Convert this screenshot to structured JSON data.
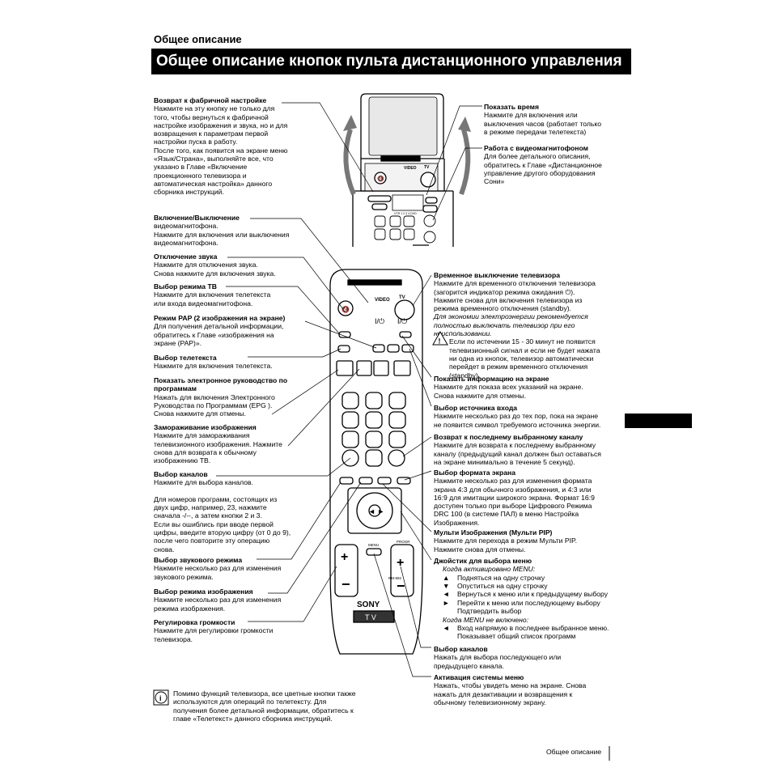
{
  "header": {
    "section": "Общее описание",
    "title": "Общее описание кнопок пульта дистанционного управления"
  },
  "left_blocks": [
    {
      "title": "Возврат к фабричной настройке",
      "text": "Нажмите на  эту кнопку не только для\nтого, чтобы вернуться к фабричной\nнастройке изображения и звука, но и для\nвозвращения к параметрам первой\nнастройки пуска в работу.\nПосле того, как появится на экране меню\n«Язык/Страна», выполняйте все, что\nуказано в Главе «Включение\nпроекционного телевизора и\nавтоматическая настройка» данного\nсборника инструкций."
    },
    {
      "title": "Включение/Выключение",
      "text": "видеомагнитофона.\nНажмите для включения или выключения\nвидеомагнитофона."
    },
    {
      "title": "Отключение звука",
      "text": "Нажмите для отключения звука.\nСнова нажмите для включения звука."
    },
    {
      "title": "Выбор режима ТВ",
      "text": "Нажмите для включения телетекста\nили входа видеомагнитофона."
    },
    {
      "title": "Режим PAP (2 изображения на экране)",
      "text": "Для получения детальной информации,\nобратитесь к Главе «изображения на\nэкране (PAP)»."
    },
    {
      "title": "Выбор телетекста",
      "text": "Нажмите для включения телетекста."
    },
    {
      "title": "Показать электронное руководство по\nпрограммам",
      "text": "Нажать для включения Электронного\nРуководства по Программам (EPG ).\nСнова нажмите для отмены."
    },
    {
      "title": "Замораживание изображения",
      "text": "Нажмите для замораживания\nтелевизионного изображения. Нажмите\nснова для возврата к обычному\nизображению ТВ."
    },
    {
      "title": "Выбор каналов",
      "text": "Нажмите для выбора каналов.\n\nДля номеров программ, состоящих из\nдвух цифр, например, 23, нажмите\nсначала -/--, а затем кнопки 2 и 3.\nЕсли вы ошиблись при вводе первой\nцифры, введите вторую цифру (от 0 до 9),\nпосле чего повторите эту операцию\nснова."
    },
    {
      "title": "Выбор звукового режима",
      "text": "Нажмите несколько раз для изменения\nзвукового режима."
    },
    {
      "title": "Выбор режима изображения",
      "text": "Нажмите несколько раз для изменения\nрежима изображения."
    },
    {
      "title": "Регулировка громкости",
      "text": "Нажмите для регулировки громкости\nтелевизора."
    }
  ],
  "right_blocks": [
    {
      "title": "Показать время",
      "text": "Нажмите для включения или\nвыключения часов (работает только\nв режиме передачи телетекста)"
    },
    {
      "title": "Работа с видеомагнитофоном",
      "text": "Для более детального описания,\nобратитесь к Главе «Дистанционное\nуправление другого оборудования\nСони»"
    },
    {
      "title": "Временное выключение телевизора",
      "text": "Нажмите для временного отключения телевизора\n(загорится индикатор режима ожидания ⏻).\nНажмите снова для включения телевизора из\nрежима временного отключения (standby).",
      "italic": "Для экономии электроэнергии рекомендуется\nполностью выключать телевизор при его\nнеиспользовании.",
      "warning": "Если по истечении 15 - 30 минут не появится\nтелевизионный сигнал и если не будет нажата\nни одна из кнопок, телевизор автоматически\nперейдет в режим временного отключения\n(standby)."
    },
    {
      "title": "Показать информацию на экране",
      "text": "Нажмите для показа всех указаний на экране.\nСнова нажмите для отмены."
    },
    {
      "title": "Выбор источника входа",
      "text": "Нажмите несколько раз до тех пор, пока на экране\nне появится символ требуемого источника энергии."
    },
    {
      "title": "Возврат к последнему выбранному каналу",
      "text": "Нажмите для возврата к последнему выбранному\nканалу (предыдущий канал должен был оставаться\nна экране минимально в течение 5 секунд)."
    },
    {
      "title": "Выбор формата экрана",
      "text": "Нажмите несколько раз для изменения формата\nэкрана 4:3 для обычного изображения, и 4:3 или\n16:9 для имитации широкого экрана. Формат 16:9\nдоступен только при выборе Цифрового Режима\nDRC 100 (в системе ПАЛ) в меню Настройка\nИзображения."
    },
    {
      "title": "Мульти Изображения (Мульти PIP)",
      "text": "Нажмите для перехода в режим Мульти PIP.\nНажмите снова для отмены."
    },
    {
      "title": "Джойстик для выбора меню",
      "when_active": "Когда активировано MENU:",
      "items": [
        {
          "sym": "▲",
          "text": "Подняться на одну строчку"
        },
        {
          "sym": "▼",
          "text": "Опуститься на одну строчку"
        },
        {
          "sym": "◄",
          "text": "Вернуться к меню или к предыдущему выбору"
        },
        {
          "sym": "►",
          "text": "Перейти к меню или последующему выбору"
        },
        {
          "sym": "",
          "text": "Подтвердить выбор"
        }
      ],
      "when_inactive": "Когда MENU не включено:",
      "items2": [
        {
          "sym": "◄",
          "text": "Вход напрямую в последнее выбранное меню."
        },
        {
          "sym": "",
          "text": "Показывает общий список программ"
        }
      ]
    },
    {
      "title": "Выбор каналов",
      "text": "Нажать для выбора последующего или\nпредыдущего канала."
    },
    {
      "title": "Активация системы меню",
      "text": "Нажать, чтобы увидеть меню на экране. Снова\nнажать для дезактивации и возвращения к\nобычному телевизионному экрану."
    }
  ],
  "note": {
    "icon": "info-icon",
    "text": "Помимо функций телевизора, все цветные кнопки также\nиспользуются для операций по телетексту. Для\nполучения более детальной информации, обратитесь к\nглаве «Телетекст» данного сборника инструкций."
  },
  "remote": {
    "video_label": "VIDEO",
    "tv_label": "TV",
    "power_symbol": "I/⏻",
    "brand": "SONY",
    "tv_badge": "T V",
    "menu_label": "MENU",
    "progr_label": "PROGR",
    "model": "RM-892",
    "vtr_label": "VTR 1 2 3 4 DVD"
  },
  "footer": {
    "label": "Общее описание"
  }
}
